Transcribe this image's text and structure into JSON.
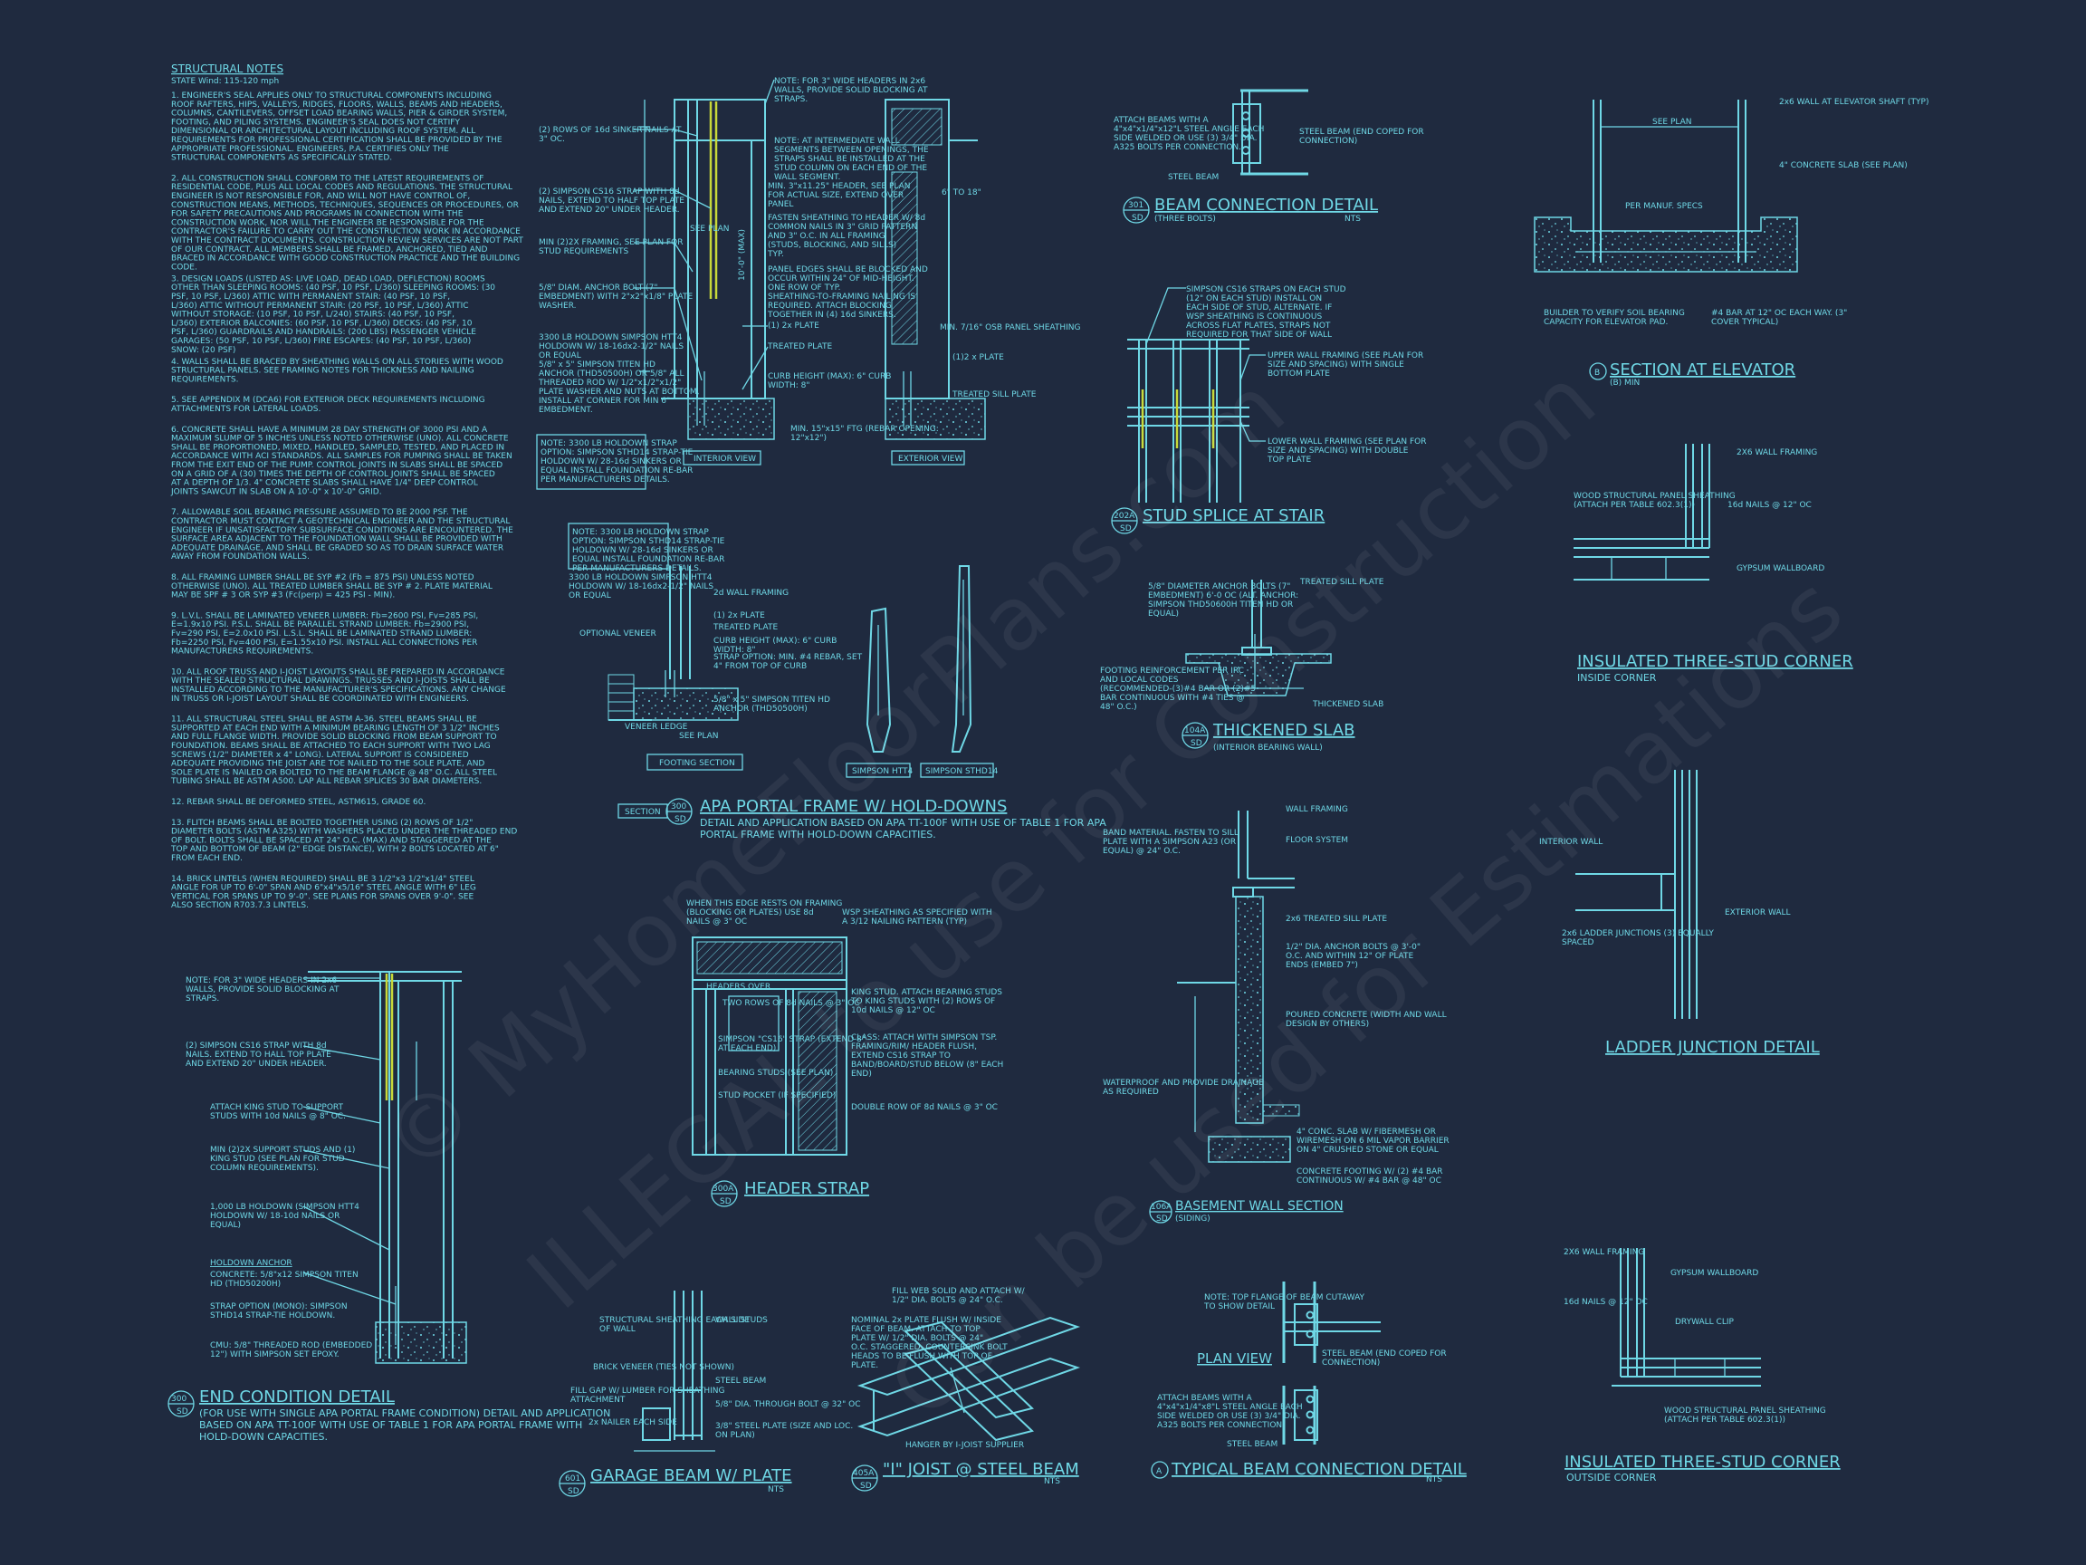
{
  "notes_title": "STRUCTURAL NOTES",
  "notes_sub": "STATE Wind: 115-120 mph",
  "notes": [
    "1. ENGINEER'S SEAL APPLIES ONLY TO STRUCTURAL COMPONENTS INCLUDING ROOF RAFTERS, HIPS, VALLEYS, RIDGES, FLOORS, WALLS, BEAMS AND HEADERS, COLUMNS, CANTILEVERS, OFFSET LOAD BEARING WALLS, PIER & GIRDER SYSTEM, FOOTING, AND PILING SYSTEMS. ENGINEER'S SEAL DOES NOT CERTIFY DIMENSIONAL OR ARCHITECTURAL LAYOUT INCLUDING ROOF SYSTEM. ALL REQUIREMENTS FOR PROFESSIONAL CERTIFICATION SHALL BE PROVIDED BY THE APPROPRIATE PROFESSIONAL. ENGINEERS, P.A. CERTIFIES ONLY THE STRUCTURAL COMPONENTS AS SPECIFICALLY STATED.",
    "2. ALL CONSTRUCTION SHALL CONFORM TO THE LATEST REQUIREMENTS OF RESIDENTIAL CODE, PLUS ALL LOCAL CODES AND REGULATIONS. THE STRUCTURAL ENGINEER IS NOT RESPONSIBLE FOR, AND WILL NOT HAVE CONTROL OF, CONSTRUCTION MEANS, METHODS, TECHNIQUES, SEQUENCES OR PROCEDURES, OR FOR SAFETY PRECAUTIONS AND PROGRAMS IN CONNECTION WITH THE CONSTRUCTION WORK, NOR WILL THE ENGINEER BE RESPONSIBLE FOR THE CONTRACTOR'S FAILURE TO CARRY OUT THE CONSTRUCTION WORK IN ACCORDANCE WITH THE CONTRACT DOCUMENTS. CONSTRUCTION REVIEW SERVICES ARE NOT PART OF OUR CONTRACT. ALL MEMBERS SHALL BE FRAMED, ANCHORED, TIED AND BRACED IN ACCORDANCE WITH GOOD CONSTRUCTION PRACTICE AND THE BUILDING CODE.",
    "3. DESIGN LOADS (LISTED AS: LIVE LOAD, DEAD LOAD, DEFLECTION) ROOMS OTHER THAN SLEEPING ROOMS: (40 PSF, 10 PSF, L/360) SLEEPING ROOMS: (30 PSF, 10 PSF, L/360) ATTIC WITH PERMANENT STAIR: (40 PSF, 10 PSF, L/360) ATTIC WITHOUT PERMANENT STAIR: (20 PSF, 10 PSF, L/360) ATTIC WITHOUT STORAGE: (10 PSF, 10 PSF, L/240) STAIRS: (40 PSF, 10 PSF, L/360) EXTERIOR BALCONIES: (60 PSF, 10 PSF, L/360) DECKS: (40 PSF, 10 PSF, L/360) GUARDRAILS AND HANDRAILS: (200 LBS) PASSENGER VEHICLE GARAGES: (50 PSF, 10 PSF, L/360) FIRE ESCAPES: (40 PSF, 10 PSF, L/360) SNOW: (20 PSF)",
    "4. WALLS SHALL BE BRACED BY SHEATHING WALLS ON ALL STORIES WITH WOOD STRUCTURAL PANELS. SEE FRAMING NOTES FOR THICKNESS AND NAILING REQUIREMENTS.",
    "5. SEE APPENDIX M (DCA6) FOR EXTERIOR DECK REQUIREMENTS INCLUDING ATTACHMENTS FOR LATERAL LOADS.",
    "6. CONCRETE SHALL HAVE A MINIMUM 28 DAY STRENGTH OF 3000 PSI AND A MAXIMUM SLUMP OF 5 INCHES UNLESS NOTED OTHERWISE (UNO). ALL CONCRETE SHALL BE PROPORTIONED, MIXED, HANDLED, SAMPLED, TESTED, AND PLACED IN ACCORDANCE WITH ACI STANDARDS. ALL SAMPLES FOR PUMPING SHALL BE TAKEN FROM THE EXIT END OF THE PUMP. CONTROL JOINTS IN SLABS SHALL BE SPACED ON A GRID OF A (30) TIMES THE DEPTH OF CONTROL JOINTS SHALL BE SPACED AT A DEPTH OF 1/3. 4\" CONCRETE SLABS SHALL HAVE 1/4\" DEEP CONTROL JOINTS SAWCUT IN SLAB ON A 10'-0\" x 10'-0\" GRID.",
    "7. ALLOWABLE SOIL BEARING PRESSURE ASSUMED TO BE 2000 PSF. THE CONTRACTOR MUST CONTACT A GEOTECHNICAL ENGINEER AND THE STRUCTURAL ENGINEER IF UNSATISFACTORY SUBSURFACE CONDITIONS ARE ENCOUNTERED. THE SURFACE AREA ADJACENT TO THE FOUNDATION WALL SHALL BE PROVIDED WITH ADEQUATE DRAINAGE, AND SHALL BE GRADED SO AS TO DRAIN SURFACE WATER AWAY FROM FOUNDATION WALLS.",
    "8. ALL FRAMING LUMBER SHALL BE SYP #2 (Fb = 875 PSI) UNLESS NOTED OTHERWISE (UNO). ALL TREATED LUMBER SHALL BE SYP # 2. PLATE MATERIAL MAY BE SPF # 3 OR SYP #3 (Fc(perp) = 425 PSI - MIN).",
    "9. L.V.L. SHALL BE LAMINATED VENEER LUMBER: Fb=2600 PSI, Fv=285 PSI, E=1.9x10 PSI. P.S.L. SHALL BE PARALLEL STRAND LUMBER: Fb=2900 PSI, Fv=290 PSI, E=2.0x10 PSI. L.S.L. SHALL BE LAMINATED STRAND LUMBER: Fb=2250 PSI, Fv=400 PSI, E=1.55x10 PSI. INSTALL ALL CONNECTIONS PER MANUFACTURERS REQUIREMENTS.",
    "10. ALL ROOF TRUSS AND I-JOIST LAYOUTS SHALL BE PREPARED IN ACCORDANCE WITH THE SEALED STRUCTURAL DRAWINGS. TRUSSES AND I-JOISTS SHALL BE INSTALLED ACCORDING TO THE MANUFACTURER'S SPECIFICATIONS. ANY CHANGE IN TRUSS OR I-JOIST LAYOUT SHALL BE COORDINATED WITH ENGINEERS.",
    "11. ALL STRUCTURAL STEEL SHALL BE ASTM A-36. STEEL BEAMS SHALL BE SUPPORTED AT EACH END WITH A MINIMUM BEARING LENGTH OF 3 1/2\" INCHES AND FULL FLANGE WIDTH. PROVIDE SOLID BLOCKING FROM BEAM SUPPORT TO FOUNDATION. BEAMS SHALL BE ATTACHED TO EACH SUPPORT WITH TWO LAG SCREWS (1/2\" DIAMETER x 4\" LONG). LATERAL SUPPORT IS CONSIDERED ADEQUATE PROVIDING THE JOIST ARE TOE NAILED TO THE SOLE PLATE, AND SOLE PLATE IS NAILED OR BOLTED TO THE BEAM FLANGE @ 48\" O.C. ALL STEEL TUBING SHALL BE ASTM A500. LAP ALL REBAR SPLICES 30 BAR DIAMETERS.",
    "12. REBAR SHALL BE DEFORMED STEEL, ASTM615, GRADE 60.",
    "13. FLITCH BEAMS SHALL BE BOLTED TOGETHER USING (2) ROWS OF 1/2\" DIAMETER BOLTS (ASTM A325) WITH WASHERS PLACED UNDER THE THREADED END OF BOLT. BOLTS SHALL BE SPACED AT 24\" O.C. (MAX) AND STAGGERED AT THE TOP AND BOTTOM OF BEAM (2\" EDGE DISTANCE), WITH 2 BOLTS LOCATED AT 6\" FROM EACH END.",
    "14. BRICK LINTELS (WHEN REQUIRED) SHALL BE 3 1/2\"x3 1/2\"x1/4\" STEEL ANGLE FOR UP TO 6'-0\" SPAN AND 6\"x4\"x5/16\" STEEL ANGLE WITH 6\" LEG VERTICAL FOR SPANS UP TO 9'-0\". SEE PLANS FOR SPANS OVER 9'-0\". SEE ALSO SECTION R703.7.3 LINTELS."
  ],
  "details": {
    "d1": {
      "title": "BEAM CONNECTION DETAIL",
      "tag": "301",
      "sheet": "SD",
      "sub": "(THREE BOLTS)",
      "scale": "NTS"
    },
    "d2": {
      "title": "SECTION AT ELEVATOR",
      "tag": "B",
      "sub": "(B) MIN"
    },
    "d3": {
      "title": "STUD SPLICE AT STAIR",
      "tag": "202A",
      "sheet": "SD"
    },
    "d4": {
      "title": "INSULATED THREE-STUD CORNER",
      "sub": "INSIDE CORNER"
    },
    "d5": {
      "title": "APA PORTAL FRAME W/ HOLD-DOWNS",
      "tag": "300",
      "sheet": "SD",
      "sub": "DETAIL AND APPLICATION BASED ON APA TT-100F WITH USE OF TABLE 1 FOR APA PORTAL FRAME WITH HOLD-DOWN CAPACITIES.",
      "section": "SECTION"
    },
    "d6": {
      "title": "THICKENED SLAB",
      "tag": "104A",
      "sheet": "SD",
      "sub": "(INTERIOR BEARING WALL)"
    },
    "d7": {
      "title": "LADDER JUNCTION DETAIL"
    },
    "d8": {
      "title": "HEADER STRAP",
      "tag": "300A",
      "sheet": "SD"
    },
    "d9": {
      "title": "BASEMENT WALL SECTION",
      "tag": "106A",
      "sheet": "SD",
      "sub": "(SIDING)"
    },
    "d10": {
      "title": "END CONDITION DETAIL",
      "tag": "300",
      "sheet": "SD",
      "sub": "(FOR USE WITH SINGLE APA PORTAL FRAME CONDITION) DETAIL AND APPLICATION BASED ON APA TT-100F WITH USE OF TABLE 1 FOR APA PORTAL FRAME WITH HOLD-DOWN CAPACITIES."
    },
    "d11": {
      "title": "GARAGE BEAM W/ PLATE",
      "tag": "601",
      "sheet": "SD",
      "scale": "NTS"
    },
    "d12": {
      "title": "\"I\" JOIST @ STEEL BEAM",
      "tag": "405A",
      "sheet": "SD",
      "scale": "NTS"
    },
    "d13": {
      "title": "TYPICAL BEAM CONNECTION DETAIL",
      "tag": "A",
      "scale": "NTS",
      "plan": "PLAN VIEW"
    },
    "d14": {
      "title": "INSULATED THREE-STUD CORNER",
      "sub": "OUTSIDE CORNER"
    }
  },
  "labels": {
    "interior_view": "INTERIOR VIEW",
    "exterior_view": "EXTERIOR VIEW",
    "footing_section": "FOOTING SECTION",
    "htt4": "SIMPSON HTT4",
    "sthd14": "SIMPSON STHD14",
    "see_plan": "SEE PLAN",
    "dim_10": "10'-0\" (MAX)",
    "dim_6to18": "6\" TO 18\"",
    "c1": "NOTE: FOR 3\" WIDE HEADERS IN 2x6 WALLS, PROVIDE SOLID BLOCKING AT STRAPS.",
    "c2": "NOTE: AT INTERMEDIATE WALL SEGMENTS BETWEEN OPENINGS, THE STRAPS SHALL BE INSTALLED AT THE STUD COLUMN ON EACH END OF THE WALL SEGMENT.",
    "c3": "MIN. 3\"x11.25\" HEADER, SEE PLAN FOR ACTUAL SIZE, EXTEND OVER PANEL",
    "c4": "FASTEN SHEATHING TO HEADER W/ 8d COMMON NAILS IN 3\" GRID PATTERN AND 3\" O.C. IN ALL FRAMING (STUDS, BLOCKING, AND SILLS) TYP.",
    "c5": "PANEL EDGES SHALL BE BLOCKED AND OCCUR WITHIN 24\" OF MID-HEIGHT. ONE ROW OF TYP. SHEATHING-TO-FRAMING NAILING IS REQUIRED. ATTACH BLOCKING TOGETHER IN (4) 16d SINKERS.",
    "c6": "(1) 2x PLATE",
    "c7": "TREATED PLATE",
    "c8": "CURB HEIGHT (MAX): 6\" CURB WIDTH: 8\"",
    "c9": "MIN. 7/16\" OSB PANEL SHEATHING",
    "c10": "(1)2 x PLATE",
    "c11": "TREATED SILL PLATE",
    "c12": "MIN. 15\"x15\" FTG (REBAR OPENING: 12\"x12\")",
    "c13": "(2) ROWS OF 16d SINKER NAILS AT 3\" OC.",
    "c14": "(2) SIMPSON CS16 STRAP WITH 8d NAILS, EXTEND TO HALF TOP PLATE AND EXTEND 20\" UNDER HEADER.",
    "c15": "MIN (2)2X FRAMING, SEE PLAN FOR STUD REQUIREMENTS",
    "c16": "5/8\" DIAM. ANCHOR BOLT (7\" EMBEDMENT) WITH 2\"x2\"x1/8\" PLATE WASHER.",
    "c17": "3300 LB HOLDOWN SIMPSON HTT4 HOLDOWN W/ 18-16dx2-1/2\" NAILS OR EQUAL",
    "c18": "5/8\" x 5\" SIMPSON TITEN HD ANCHOR (THD50500H) OR 5/8\" ALL THREADED ROD W/ 1/2\"x1/2\"x1/2\" PLATE WASHER AND NUTS AT BOTTOM, INSTALL AT CORNER FOR MIN 6\" EMBEDMENT.",
    "c19": "NOTE: 3300 LB HOLDOWN STRAP OPTION: SIMPSON STHD14 STRAP-TIE HOLDOWN W/ 28-16d SINKERS OR EQUAL INSTALL FOUNDATION RE-BAR PER MANUFACTURERS DETAILS.",
    "c20": "ATTACH BEAMS WITH A 4\"x4\"x1/4\"x12\"L STEEL ANGLE EACH SIDE WELDED OR USE (3) 3/4\" DIA. A325 BOLTS PER CONNECTION.",
    "c21": "STEEL BEAM (END COPED FOR CONNECTION)",
    "c22": "STEEL BEAM",
    "c23": "SIMPSON CS16 STRAPS ON EACH STUD (12\" ON EACH STUD) INSTALL ON EACH SIDE OF STUD, ALTERNATE. IF WSP SHEATHING IS CONTINUOUS ACROSS FLAT PLATES, STRAPS NOT REQUIRED FOR THAT SIDE OF WALL",
    "c24": "UPPER WALL FRAMING (SEE PLAN FOR SIZE AND SPACING) WITH SINGLE BOTTOM PLATE",
    "c25": "LOWER WALL FRAMING (SEE PLAN FOR SIZE AND SPACING) WITH DOUBLE TOP PLATE",
    "c26": "2x6 WALL AT ELEVATOR SHAFT (TYP)",
    "c27": "4\" CONCRETE SLAB (SEE PLAN)",
    "c28": "PER MANUF. SPECS",
    "c29": "BUILDER TO VERIFY SOIL BEARING CAPACITY FOR ELEVATOR PAD.",
    "c30": "#4 BAR AT 12\" OC EACH WAY. (3\" COVER TYPICAL)",
    "c31": "2X6 WALL FRAMING",
    "c32": "WOOD STRUCTURAL PANEL SHEATHING (ATTACH PER TABLE 602.3(1))",
    "c33": "16d NAILS @ 12\" OC",
    "c34": "GYPSUM WALLBOARD",
    "c35": "NOTE: 3300 LB HOLDOWN STRAP OPTION: SIMPSON STHD14 STRAP-TIE HOLDOWN W/ 28-16d SINKERS OR EQUAL INSTALL FOUNDATION RE-BAR PER MANUFACTURERS DETAILS.",
    "c36": "3300 LB HOLDOWN SIMPSON HTT4 HOLDOWN W/ 18-16dx2-1/2\" NAILS OR EQUAL",
    "c37": "2d WALL FRAMING",
    "c38": "(1) 2x PLATE",
    "c39": "TREATED PLATE",
    "c40": "CURB HEIGHT (MAX): 6\" CURB WIDTH: 8\"",
    "c41": "STRAP OPTION: MIN. #4 REBAR, SET 4\" FROM TOP OF CURB",
    "c42": "5/8\" x 5\" SIMPSON TITEN HD ANCHOR (THD50500H)",
    "c43": "OPTIONAL VENEER",
    "c44": "VENEER LEDGE",
    "c45": "5/8\" DIAMETER ANCHOR BOLTS (7\" EMBEDMENT) 6'-0 OC (ALT. ANCHOR: SIMPSON THD50600H TITEN HD OR EQUAL)",
    "c46": "TREATED SILL PLATE",
    "c47": "FOOTING REINFORCEMENT PER IRC AND LOCAL CODES (RECOMMENDED-(3)#4 BAR OR (2)#5 BAR CONTINUOUS WITH #4 TIES @ 48\" O.C.)",
    "c48": "THICKENED SLAB",
    "c49": "INTERIOR WALL",
    "c50": "EXTERIOR WALL",
    "c51": "2x6 LADDER JUNCTIONS (3) EQUALLY SPACED",
    "c52": "BAND MATERIAL. FASTEN TO SILL PLATE WITH A SIMPSON A23 (OR EQUAL) @ 24\" O.C.",
    "c53": "WALL FRAMING",
    "c54": "FLOOR SYSTEM",
    "c55": "2x6 TREATED SILL PLATE",
    "c56": "1/2\" DIA. ANCHOR BOLTS @ 3'-0\" O.C. AND WITHIN 12\" OF PLATE ENDS (EMBED 7\")",
    "c57": "POURED CONCRETE (WIDTH AND WALL DESIGN BY OTHERS)",
    "c58": "WATERPROOF AND PROVIDE DRAINAGE AS REQUIRED",
    "c59": "4\" CONC. SLAB W/ FIBERMESH OR WIREMESH ON 6 MIL VAPOR BARRIER ON 4\" CRUSHED STONE OR EQUAL",
    "c60": "CONCRETE FOOTING W/ (2) #4 BAR CONTINUOUS W/ #4 BAR @ 48\" OC",
    "c61": "WHEN THIS EDGE RESTS ON FRAMING (BLOCKING OR PLATES) USE 8d NAILS @ 3\" OC",
    "c62": "WSP SHEATHING AS SPECIFIED WITH A 3/12 NAILING PATTERN (TYP)",
    "c63": "TWO ROWS OF 8d NAILS @ 3\" OC",
    "c64": "SIMPSON \"CS16\" STRAP (EXTEND 8\" AT EACH END)",
    "c65": "BEARING STUDS (SEE PLAN)",
    "c66": "STUD POCKET (IF SPECIFIED)",
    "c67": "KING STUD. ATTACH BEARING STUDS TO KING STUDS WITH (2) ROWS OF 10d NAILS @ 12\" OC",
    "c68": "CLASS: ATTACH WITH SIMPSON TSP. FRAMING/RIM/ HEADER FLUSH, EXTEND CS16 STRAP TO BAND/BOARD/STUD BELOW (8\" EACH END)",
    "c69": "DOUBLE ROW OF 8d NAILS @ 3\" OC",
    "c70": "HEADERS OVER",
    "c71": "NOTE: FOR 3\" WIDE HEADERS IN 2x6 WALLS, PROVIDE SOLID BLOCKING AT STRAPS.",
    "c72": "(2) SIMPSON CS16 STRAP WITH 8d NAILS. EXTEND TO HALL TOP PLATE AND EXTEND 20\" UNDER HEADER.",
    "c73": "ATTACH KING STUD TO SUPPORT STUDS WITH 10d NAILS @ 8\" OC.",
    "c74": "MIN (2)2X SUPPORT STUDS AND (1) KING STUD (SEE PLAN FOR STUD COLUMN REQUIREMENTS).",
    "c75": "1,000 LB HOLDOWN (SIMPSON HTT4 HOLDOWN W/ 18-10d NAILS OR EQUAL)",
    "c76": "HOLDOWN ANCHOR",
    "c77": "CONCRETE: 5/8\"x12 SIMPSON TITEN HD (THD50200H)",
    "c78": "STRAP OPTION (MONO): SIMPSON STHD14 STRAP-TIE HOLDOWN.",
    "c79": "CMU: 5/8\" THREADED ROD (EMBEDDED 12\") WITH SIMPSON SET EPOXY.",
    "c80": "STRUCTURAL SHEATHING EACH SIDE OF WALL",
    "c81": "WALL STUDS",
    "c82": "BRICK VENEER (TIES NOT SHOWN)",
    "c83": "FILL GAP W/ LUMBER FOR SHEATHING ATTACHMENT",
    "c84": "STEEL BEAM",
    "c85": "5/8\" DIA. THROUGH BOLT @ 32\" OC",
    "c86": "2x NAILER EACH SIDE",
    "c87": "3/8\" STEEL PLATE (SIZE AND LOC. ON PLAN)",
    "c88": "FILL WEB SOLID AND ATTACH W/ 1/2\" DIA. BOLTS @ 24\" O.C.",
    "c89": "NOMINAL 2x PLATE FLUSH W/ INSIDE FACE OF BEAM. ATTACH TO TOP PLATE W/ 1/2\" DIA. BOLTS @ 24\" O.C. STAGGERED. COUNTERSINK BOLT HEADS TO BE FLUSH WITH TOP OF PLATE.",
    "c90": "HANGER BY I-JOIST SUPPLIER",
    "c91": "NOTE: TOP FLANGE OF BEAM CUTAWAY TO SHOW DETAIL",
    "c92": "STEEL BEAM (END COPED FOR CONNECTION)",
    "c93": "ATTACH BEAMS WITH A 4\"x4\"x1/4\"x8\"L STEEL ANGLE EACH SIDE WELDED OR USE (3) 3/4\" DIA. A325 BOLTS PER CONNECTION.",
    "c94": "STEEL BEAM",
    "c95": "2X6 WALL FRAMING",
    "c96": "16d NAILS @ 12\" OC",
    "c97": "GYPSUM WALLBOARD",
    "c98": "DRYWALL CLIP",
    "c99": "WOOD STRUCTURAL PANEL SHEATHING (ATTACH PER TABLE 602.3(1))"
  },
  "watermark": [
    "© MyHomeFloorPlans.com",
    "ILLEGAL to use for Construction",
    "Can be used for Estimations"
  ]
}
